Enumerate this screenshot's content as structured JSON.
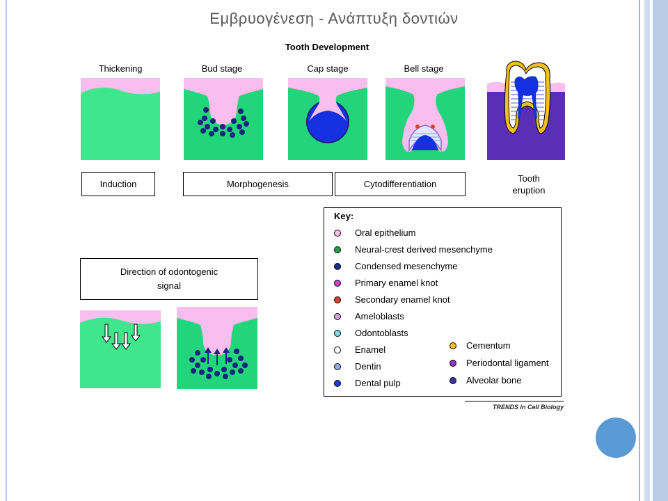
{
  "slide": {
    "title": "Εμβρυογένεση - Ανάπτυξη δοντιών"
  },
  "figure": {
    "title": "Tooth Development",
    "stages": [
      "Thickening",
      "Bud stage",
      "Cap stage",
      "Bell stage"
    ],
    "phases": [
      "Induction",
      "Morphogenesis",
      "Cytodifferentiation"
    ],
    "eruption": {
      "line1": "Tooth",
      "line2": "eruption"
    },
    "signal": {
      "line1": "Direction of odontogenic",
      "line2": "signal"
    },
    "credit": "TRENDS in Cell Biology"
  },
  "key": {
    "title": "Key:",
    "items": [
      {
        "label": "Oral epithelium",
        "color": "#f4c2e8"
      },
      {
        "label": "Neural-crest derived mesenchyme",
        "color": "#22a24a"
      },
      {
        "label": "Condensed mesenchyme",
        "color": "#1a2f8c"
      },
      {
        "label": "Primary enamel knot",
        "color": "#cc44cc"
      },
      {
        "label": "Secondary enamel knot",
        "color": "#d8402a"
      },
      {
        "label": "Ameloblasts",
        "color": "#d6a0e0"
      },
      {
        "label": "Odontoblasts",
        "color": "#7fd6e6"
      },
      {
        "label": "Enamel",
        "color": "#ffffff"
      },
      {
        "label": "Dentin",
        "color": "#9aa8e6"
      },
      {
        "label": "Dental pulp",
        "color": "#1e3cd0"
      },
      {
        "label": "Cementum",
        "color": "#f0c020"
      },
      {
        "label": "Periodontal ligament",
        "color": "#9a30d0"
      },
      {
        "label": "Alveolar bone",
        "color": "#3a3aa8"
      }
    ]
  },
  "colors": {
    "epithelium": "#f9bdee",
    "mesenchyme_light": "#3fe68c",
    "mesenchyme": "#22d47a",
    "condensed": "#15267d",
    "pulp": "#1430e0",
    "bone": "#5a2fb5",
    "accent": "#5b9bd5"
  }
}
